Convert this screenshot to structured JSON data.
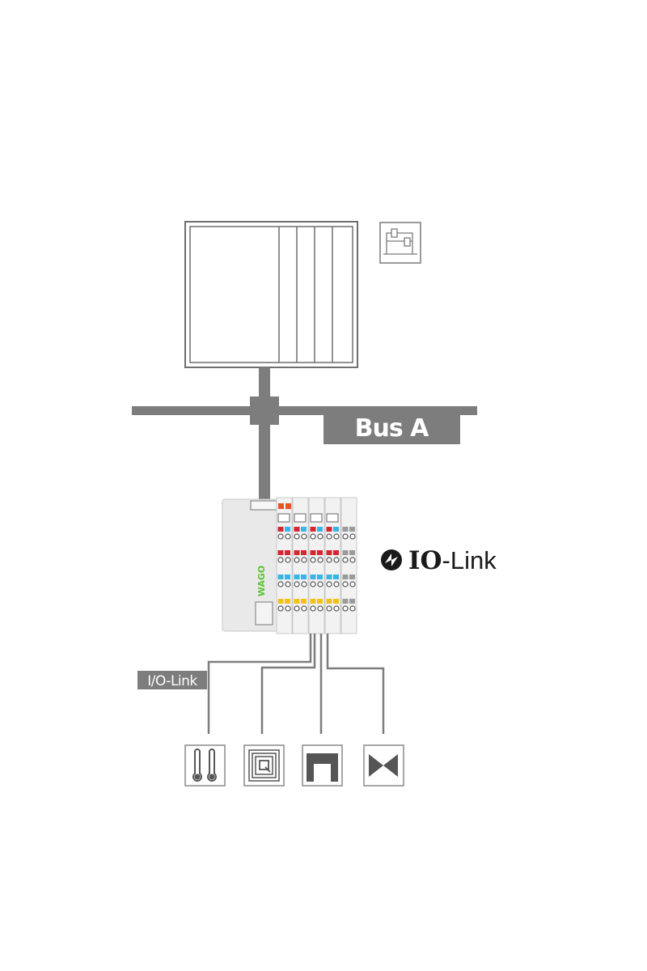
{
  "bus_label": "Bus A",
  "iolink_wire_label": "I/O-Link",
  "brand": {
    "io": "IO",
    "link": "-Link",
    "vendor": "WAGO"
  },
  "colors": {
    "line": "#7d7d7d",
    "red": "#d7262d",
    "blue": "#39b5e6",
    "yellow": "#f2c21a",
    "orange": "#e8541d",
    "wago_green": "#55c52e"
  },
  "devices": [
    {
      "icon": "thermometer-icon"
    },
    {
      "icon": "rfid-icon"
    },
    {
      "icon": "light-barrier-icon"
    },
    {
      "icon": "valve-icon"
    }
  ]
}
